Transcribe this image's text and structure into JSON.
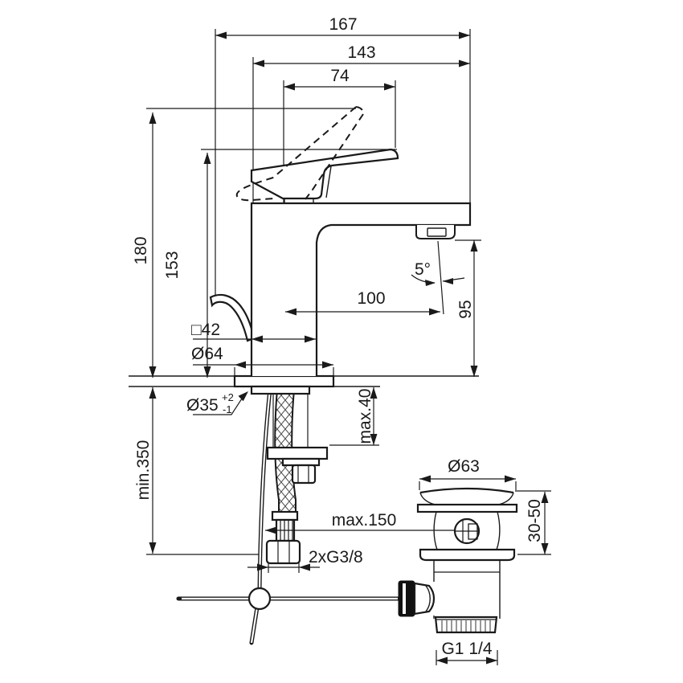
{
  "colors": {
    "background": "#ffffff",
    "line": "#1a1a1a"
  },
  "labels": {
    "d167": "167",
    "d143": "143",
    "d74": "74",
    "d180": "180",
    "d153": "153",
    "dmin350": "min.350",
    "d42": "□42",
    "d64": "Ø64",
    "d35": "Ø35",
    "d35_plus": "+2",
    "d35_minus": "-1",
    "dmax40": "max.40",
    "dangle": "5°",
    "d100": "100",
    "d95": "95",
    "dmax150": "max.150",
    "dg38": "2xG3/8",
    "d63": "Ø63",
    "d3050": "30-50",
    "dg114": "G1 1/4"
  }
}
